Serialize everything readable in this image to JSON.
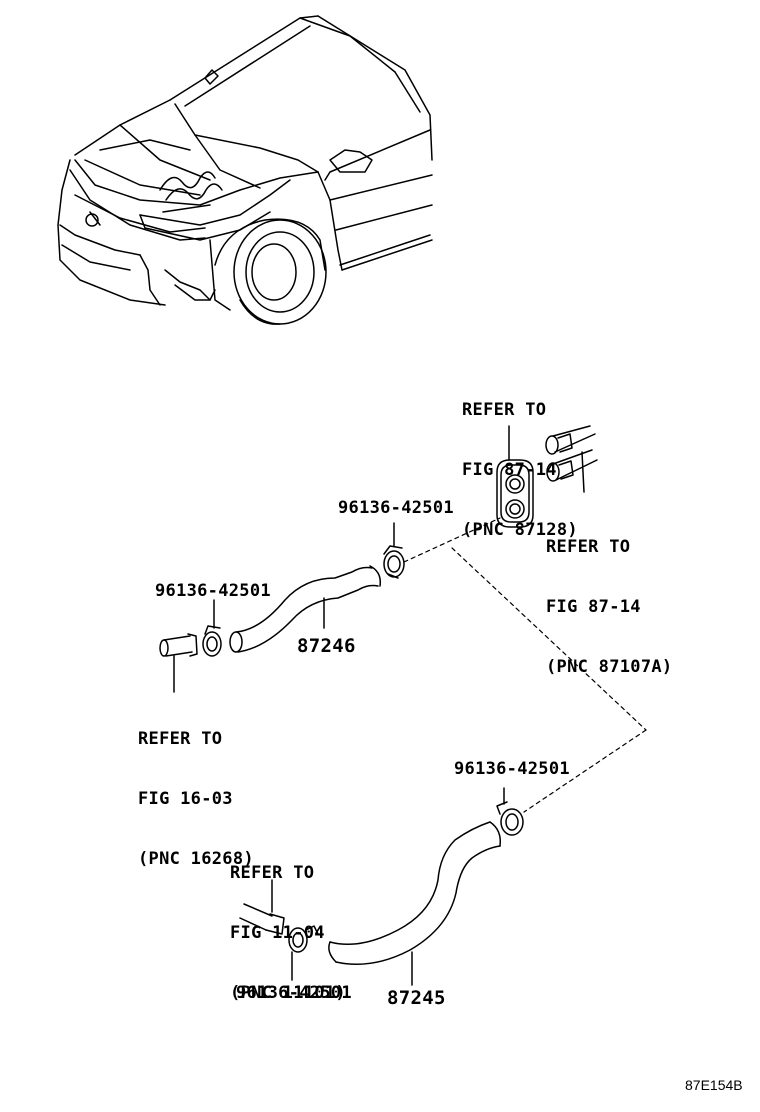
{
  "labels": {
    "ref_gasket": [
      "REFER TO",
      "FIG 87-14",
      "(PNC 87128)"
    ],
    "ref_pipes": [
      "REFER TO",
      "FIG 87-14",
      "(PNC 87107A)"
    ],
    "ref_left": [
      "REFER TO",
      "FIG 16-03",
      "(PNC 16268)"
    ],
    "ref_bottom": [
      "REFER TO",
      "FIG 11-04",
      "(PNC 11101)"
    ],
    "clamp_top": "96136-42501",
    "clamp_left": "96136-42501",
    "clamp_right": "96136-42501",
    "clamp_bottom": "96136-42501",
    "hose_upper": "87246",
    "hose_lower": "87245"
  },
  "figure_code": "87E154B"
}
